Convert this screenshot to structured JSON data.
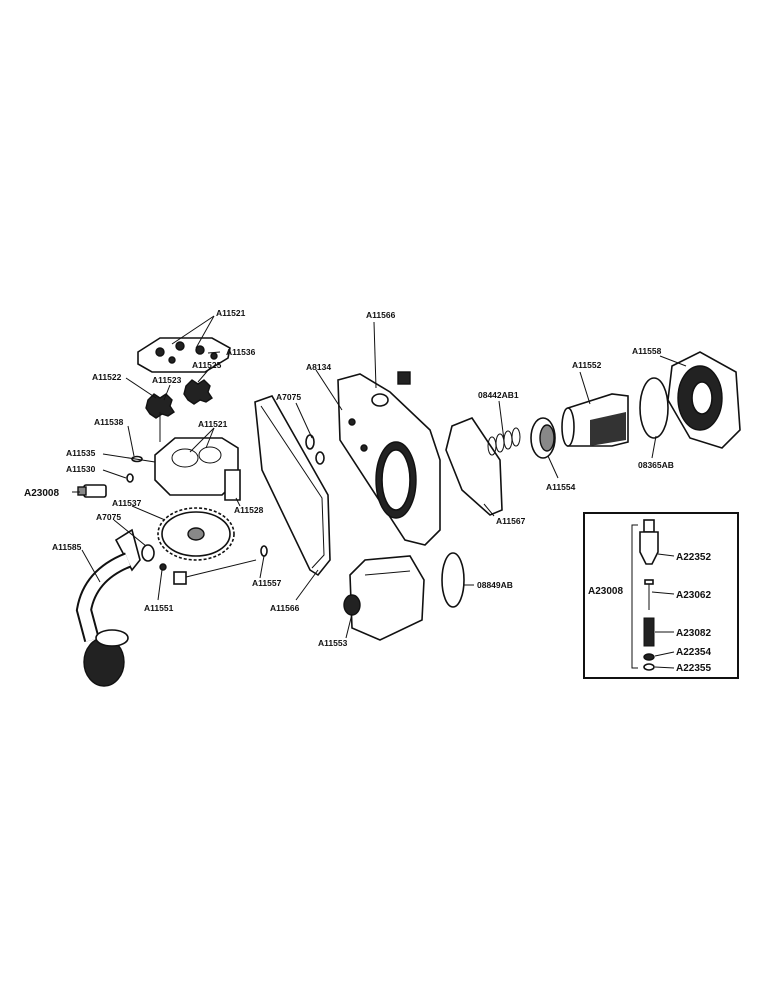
{
  "labels": {
    "A11521_top": "A11521",
    "A11536": "A11536",
    "A11522": "A11522",
    "A11523": "A11523",
    "A11525": "A11525",
    "A11538": "A11538",
    "A11521_mid": "A11521",
    "A11535": "A11535",
    "A11530": "A11530",
    "A23008_left": "A23008",
    "A11537": "A11537",
    "A7075_left": "A7075",
    "A11585": "A11585",
    "A11551": "A11551",
    "A11528": "A11528",
    "A11557": "A11557",
    "A7075_mid": "A7075",
    "A11566_bottom": "A11566",
    "A8134": "A8134",
    "A11566_top": "A11566",
    "A11553": "A11553",
    "08849AB": "08849AB",
    "08442AB1": "08442AB1",
    "A11567": "A11567",
    "A11554": "A11554",
    "A11552": "A11552",
    "A11558": "A11558",
    "08365AB": "08365AB"
  },
  "inset": {
    "group_label": "A23008",
    "parts": [
      "A22352",
      "A23062",
      "A23082",
      "A22354",
      "A22355"
    ]
  }
}
